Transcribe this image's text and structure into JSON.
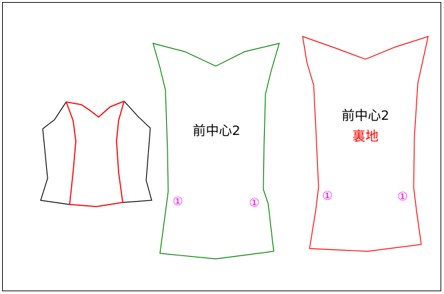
{
  "colors": {
    "background": "#ffffff",
    "frame": "#000000",
    "sketch_outline": "#000000",
    "sketch_seam": "#ff0000",
    "main_piece_outline": "#008000",
    "lining_piece_outline": "#ff0000",
    "notch_mark": "#ff00ff",
    "label_black": "#000000",
    "label_red": "#ff0000"
  },
  "main_piece": {
    "label": "前中心2",
    "notch_left": "①",
    "notch_right": "①"
  },
  "lining_piece": {
    "label": "前中心2",
    "sublabel": "裏地",
    "notch_left": "①",
    "notch_right": "①"
  }
}
